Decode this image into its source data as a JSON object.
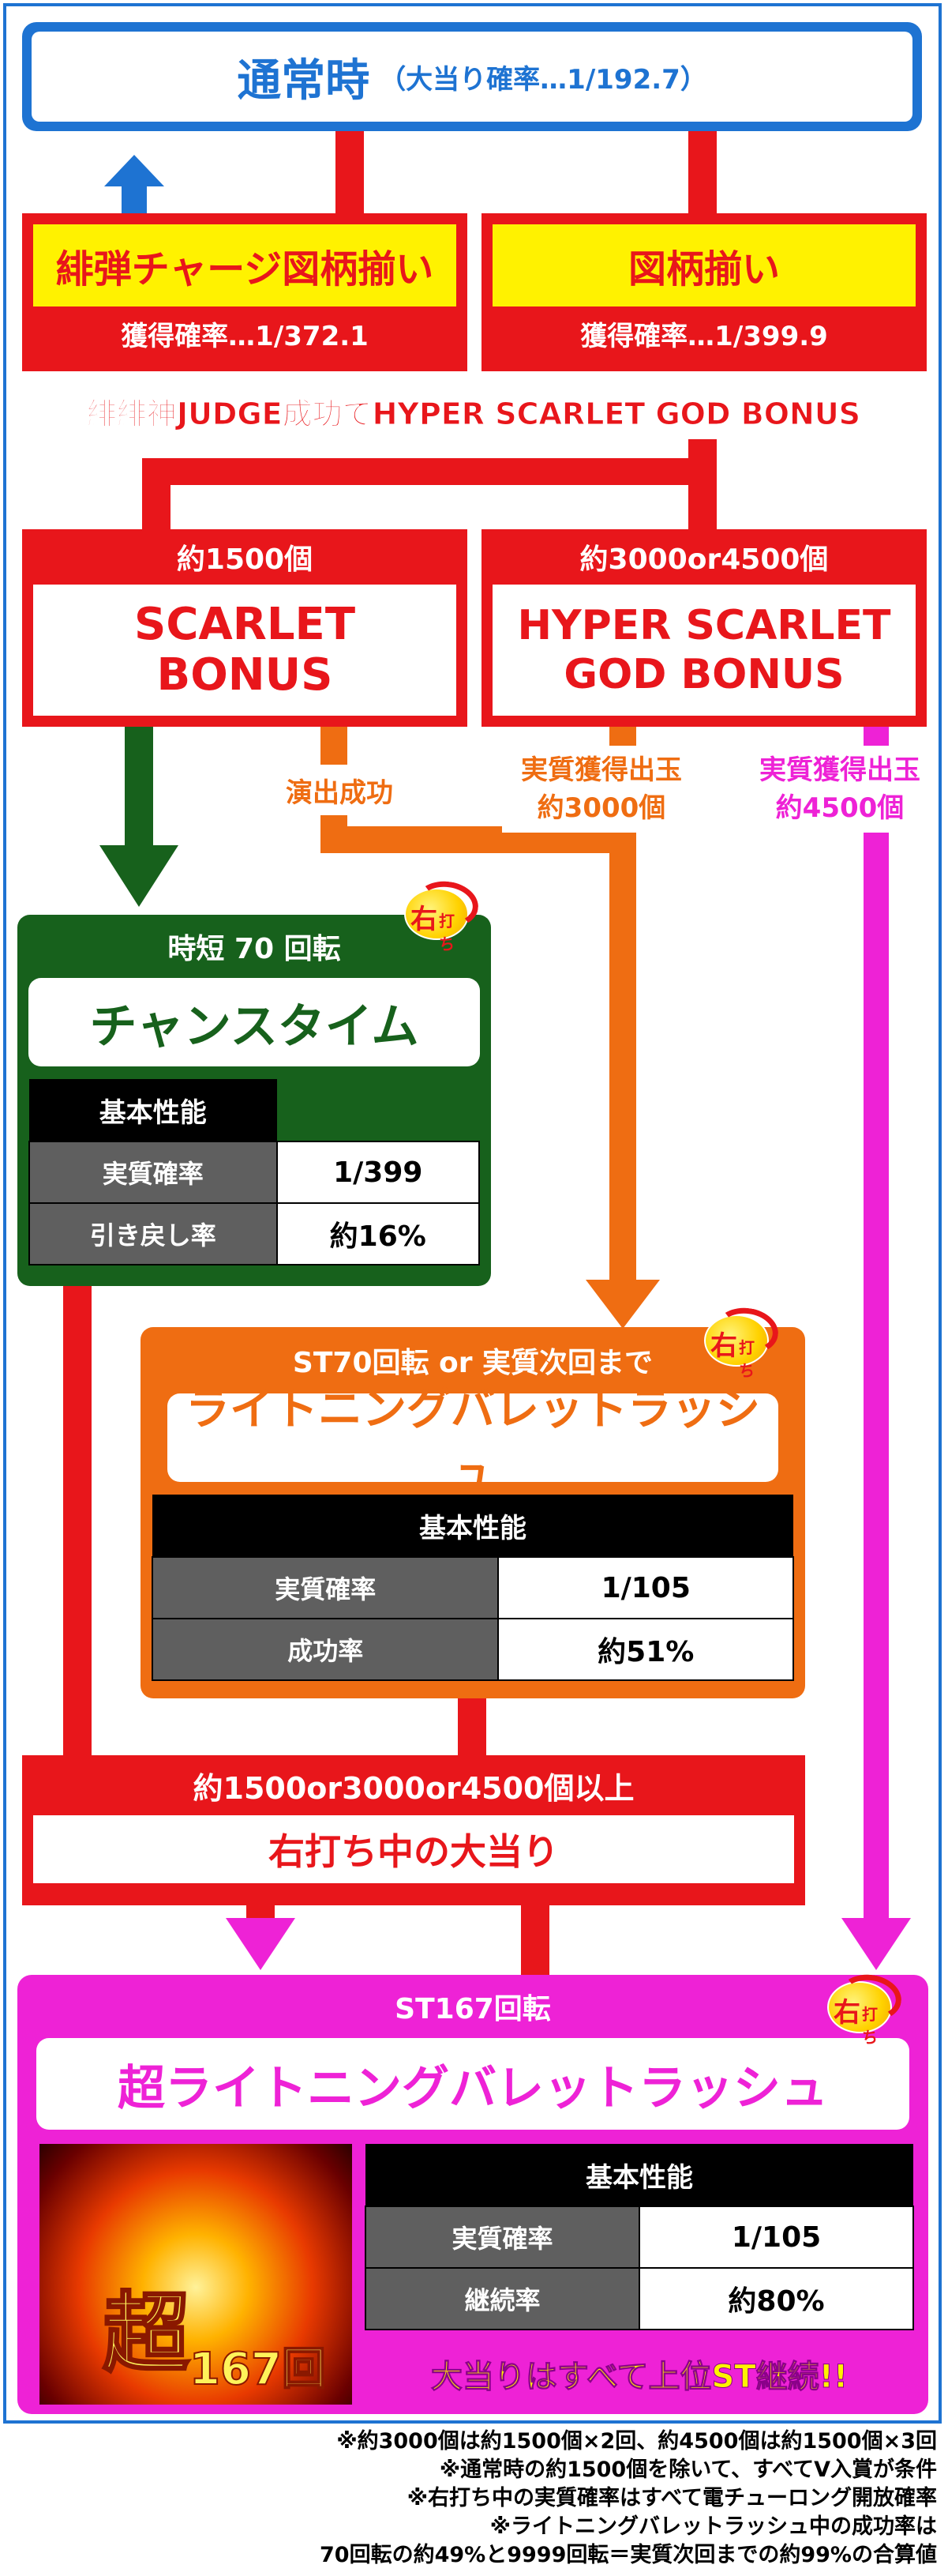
{
  "normal": {
    "title": "通常時",
    "sub": "（大当り確率…1/192.7）"
  },
  "chargeMatch": {
    "title": "緋弾チャージ図柄揃い",
    "prob": "獲得確率…1/372.1"
  },
  "symbolMatch": {
    "title": "図柄揃い",
    "prob": "獲得確率…1/399.9"
  },
  "judgeNote": "緋緋神JUDGE成功でHYPER SCARLET GOD BONUS",
  "scarlet": {
    "count": "約1500個",
    "line1": "SCARLET",
    "line2": "BONUS"
  },
  "hyper": {
    "count": "約3000or4500個",
    "line1": "HYPER SCARLET",
    "line2": "GOD BONUS"
  },
  "labels": {
    "success": "演出成功",
    "real3000_a": "実質獲得出玉",
    "real3000_b": "約3000個",
    "real4500_a": "実質獲得出玉",
    "real4500_b": "約4500個"
  },
  "migi": {
    "a": "右",
    "b": "打ち"
  },
  "chance": {
    "top": "時短 70 回転",
    "title": "チャンスタイム",
    "tableHead": "基本性能",
    "r1l": "実質確率",
    "r1r": "1/399",
    "r2l": "引き戻し率",
    "r2r": "約16%"
  },
  "lightning": {
    "top": "ST70回転 or 実質次回まで",
    "title": "ライトニングバレットラッシュ",
    "tableHead": "基本性能",
    "r1l": "実質確率",
    "r1r": "1/105",
    "r2l": "成功率",
    "r2r": "約51%"
  },
  "bigWin": {
    "top": "約1500or3000or4500個以上",
    "title": "右打ち中の大当り"
  },
  "super": {
    "top": "ST167回転",
    "title": "超ライトニングバレットラッシュ",
    "tableHead": "基本性能",
    "r1l": "実質確率",
    "r1r": "1/105",
    "r2l": "継続率",
    "r2r": "約80%",
    "footer": "大当りはすべて上位ST継続!!",
    "imgText1": "超",
    "imgText2": "167回"
  },
  "notes": [
    "※約3000個は約1500個×2回、約4500個は約1500個×3回",
    "※通常時の約1500個を除いて、すべてV入賞が条件",
    "※右打ち中の実質確率はすべて電チューロング開放確率",
    "※ライトニングバレットラッシュ中の成功率は",
    "70回転の約49%と9999回転＝実質次回までの約99%の合算値"
  ],
  "colors": {
    "red": "#e8161b",
    "green": "#17611c",
    "orange": "#ef6d12",
    "magenta": "#ee22d6",
    "blue": "#1e73d2",
    "yellow": "#fff200"
  }
}
